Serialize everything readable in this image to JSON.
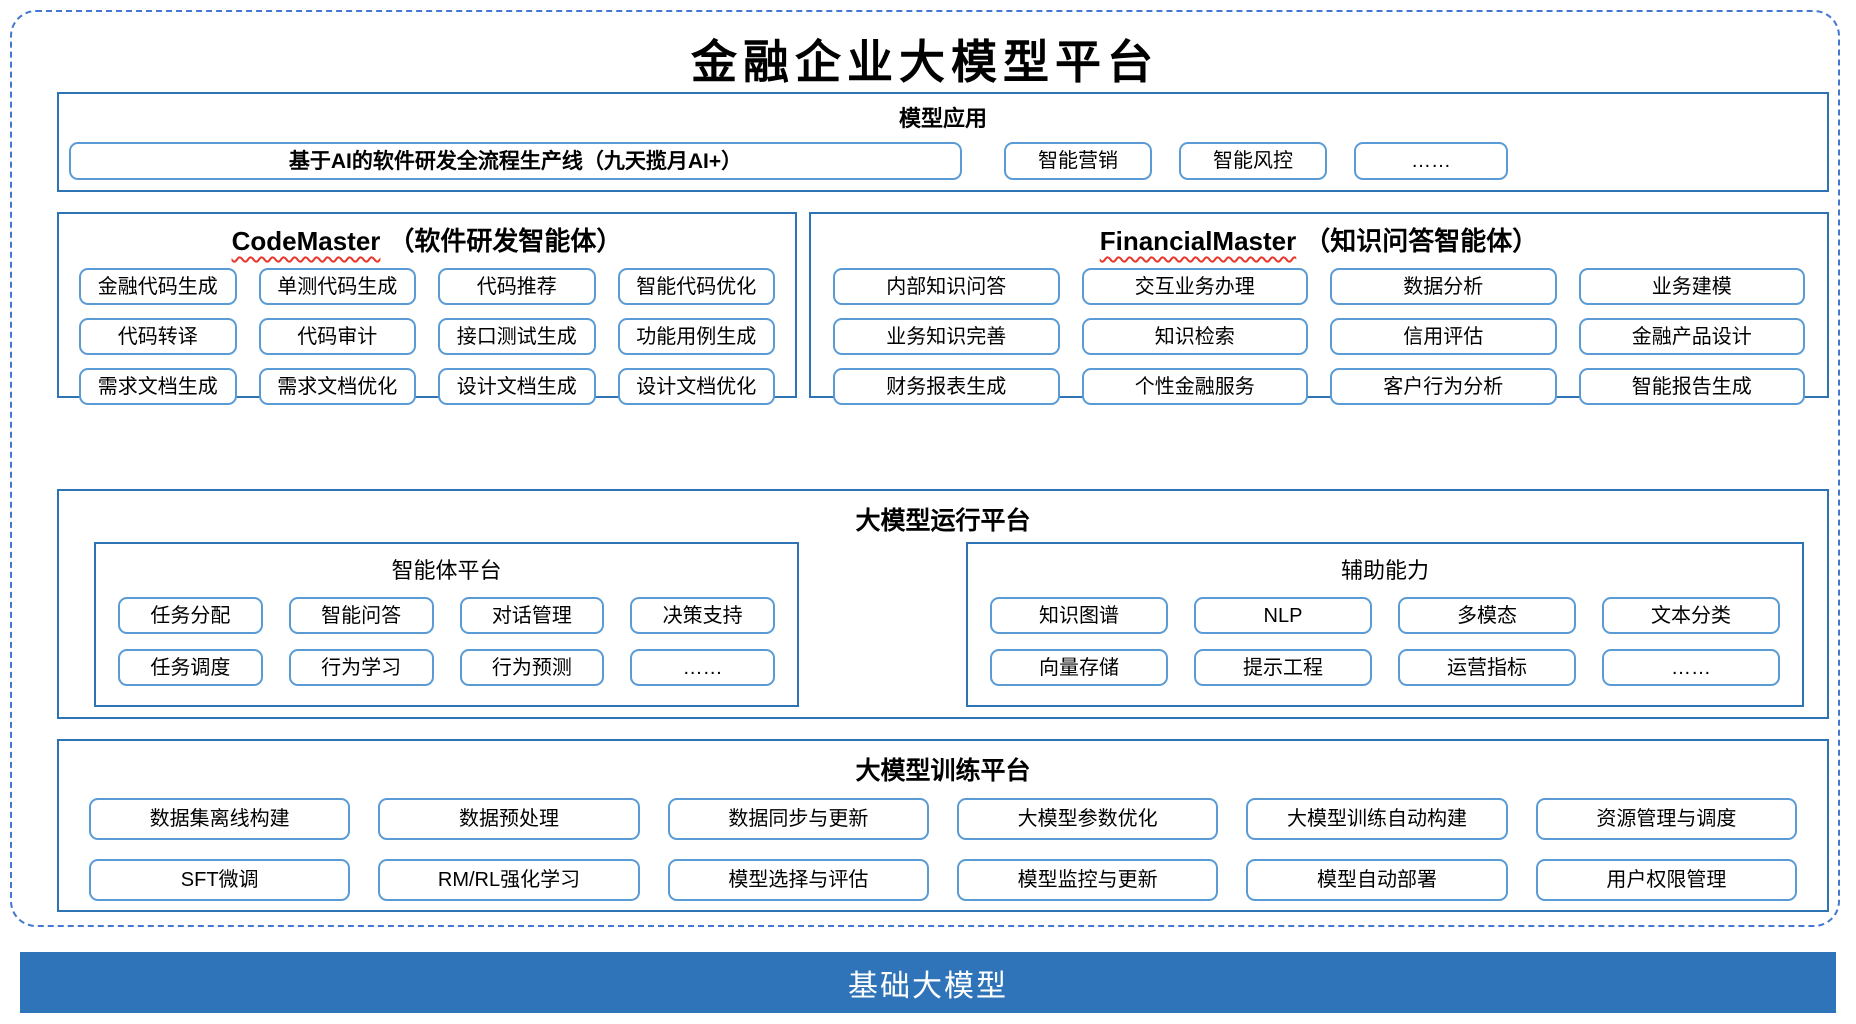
{
  "title": "金融企业大模型平台",
  "colors": {
    "section_border": "#2E74B5",
    "item_border": "#5B9BD5",
    "dashed_border": "#4477CF",
    "base_bar_bg": "#2F74B8",
    "squiggle_red": "#E8372C"
  },
  "model_app": {
    "header": "模型应用",
    "wide_item": "基于AI的软件研发全流程生产线（九天揽月AI+）",
    "items": [
      "智能营销",
      "智能风控",
      "……"
    ]
  },
  "code_master": {
    "title_en": "CodeMaster",
    "title_cn": "（软件研发智能体）",
    "items": [
      "金融代码生成",
      "单测代码生成",
      "代码推荐",
      "智能代码优化",
      "代码转译",
      "代码审计",
      "接口测试生成",
      "功能用例生成",
      "需求文档生成",
      "需求文档优化",
      "设计文档生成",
      "设计文档优化"
    ]
  },
  "financial_master": {
    "title_en": "FinancialMaster",
    "title_cn": "（知识问答智能体）",
    "items": [
      "内部知识问答",
      "交互业务办理",
      "数据分析",
      "业务建模",
      "业务知识完善",
      "知识检索",
      "信用评估",
      "金融产品设计",
      "财务报表生成",
      "个性金融服务",
      "客户行为分析",
      "智能报告生成"
    ]
  },
  "run_platform": {
    "header": "大模型运行平台",
    "agent_platform": {
      "title": "智能体平台",
      "items": [
        "任务分配",
        "智能问答",
        "对话管理",
        "决策支持",
        "任务调度",
        "行为学习",
        "行为预测",
        "……"
      ]
    },
    "aux_ability": {
      "title": "辅助能力",
      "items": [
        "知识图谱",
        "NLP",
        "多模态",
        "文本分类",
        "向量存储",
        "提示工程",
        "运营指标",
        "……"
      ]
    }
  },
  "train_platform": {
    "header": "大模型训练平台",
    "items": [
      "数据集离线构建",
      "数据预处理",
      "数据同步与更新",
      "大模型参数优化",
      "大模型训练自动构建",
      "资源管理与调度",
      "SFT微调",
      "RM/RL强化学习",
      "模型选择与评估",
      "模型监控与更新",
      "模型自动部署",
      "用户权限管理"
    ]
  },
  "base_model": {
    "label": "基础大模型"
  }
}
